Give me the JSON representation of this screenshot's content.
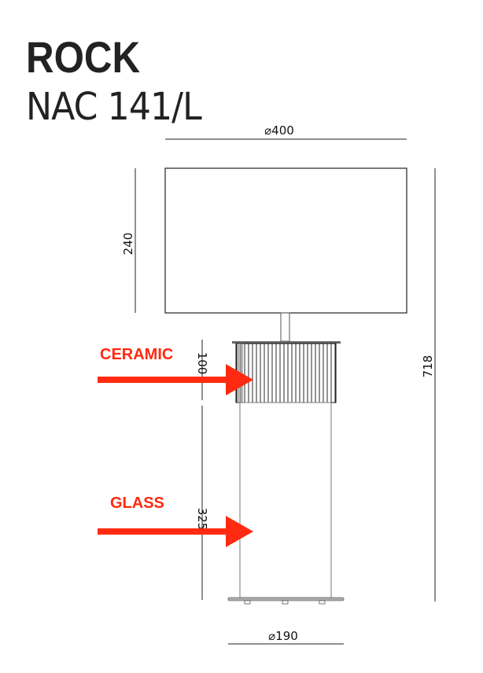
{
  "header": {
    "title": "ROCK",
    "model": "NAC 141/L"
  },
  "dimensions": {
    "shade_diameter": "⌀400",
    "shade_height": "240",
    "ceramic_height": "100",
    "glass_height": "325",
    "total_height": "718",
    "base_diameter": "⌀190"
  },
  "labels": {
    "ceramic": "CERAMIC",
    "glass": "GLASS"
  },
  "colors": {
    "annotation": "#ff2a10",
    "line": "#222222"
  }
}
